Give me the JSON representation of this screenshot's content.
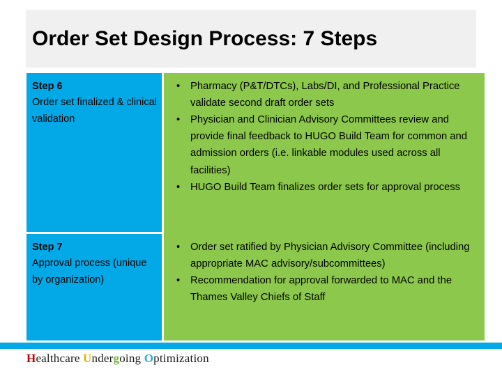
{
  "slide": {
    "title": "Order Set Design Process: 7 Steps",
    "colors": {
      "title_background": "#f0f0f0",
      "left_column": "#02a9e6",
      "right_column": "#8cc84b",
      "footer_bar": "#02a9e6"
    }
  },
  "table": {
    "rows": [
      {
        "step_label": "Step 6",
        "step_description": "Order set finalized & clinical validation",
        "bullets": [
          "Pharmacy (P&T/DTCs), Labs/DI, and Professional Practice validate second draft order sets",
          "Physician and Clinician Advisory Committees review and provide final feedback to HUGO Build Team for common and admission orders (i.e. linkable modules used across all facilities)",
          "HUGO Build Team finalizes order sets for approval process"
        ]
      },
      {
        "step_label": "Step 7",
        "step_description": "Approval process (unique by organization)",
        "bullets": [
          "Order set ratified by Physician Advisory Committee (including appropriate MAC advisory/subcommittees)",
          "Recommendation for approval forwarded to MAC and the Thames Valley Chiefs of Staff"
        ]
      }
    ],
    "bullet_glyph": "•"
  },
  "footer": {
    "segments": [
      {
        "cap": "H",
        "rest": "ealthcare ",
        "cap_color": "#c00000"
      },
      {
        "cap": "U",
        "rest": "nder",
        "cap_color": "#e0b400"
      },
      {
        "cap": "g",
        "rest": "oing ",
        "cap_color": "#77b33d"
      },
      {
        "cap": "O",
        "rest": "ptimization",
        "cap_color": "#29abe2"
      }
    ],
    "full_text": "Healthcare Undergoing Optimization"
  }
}
